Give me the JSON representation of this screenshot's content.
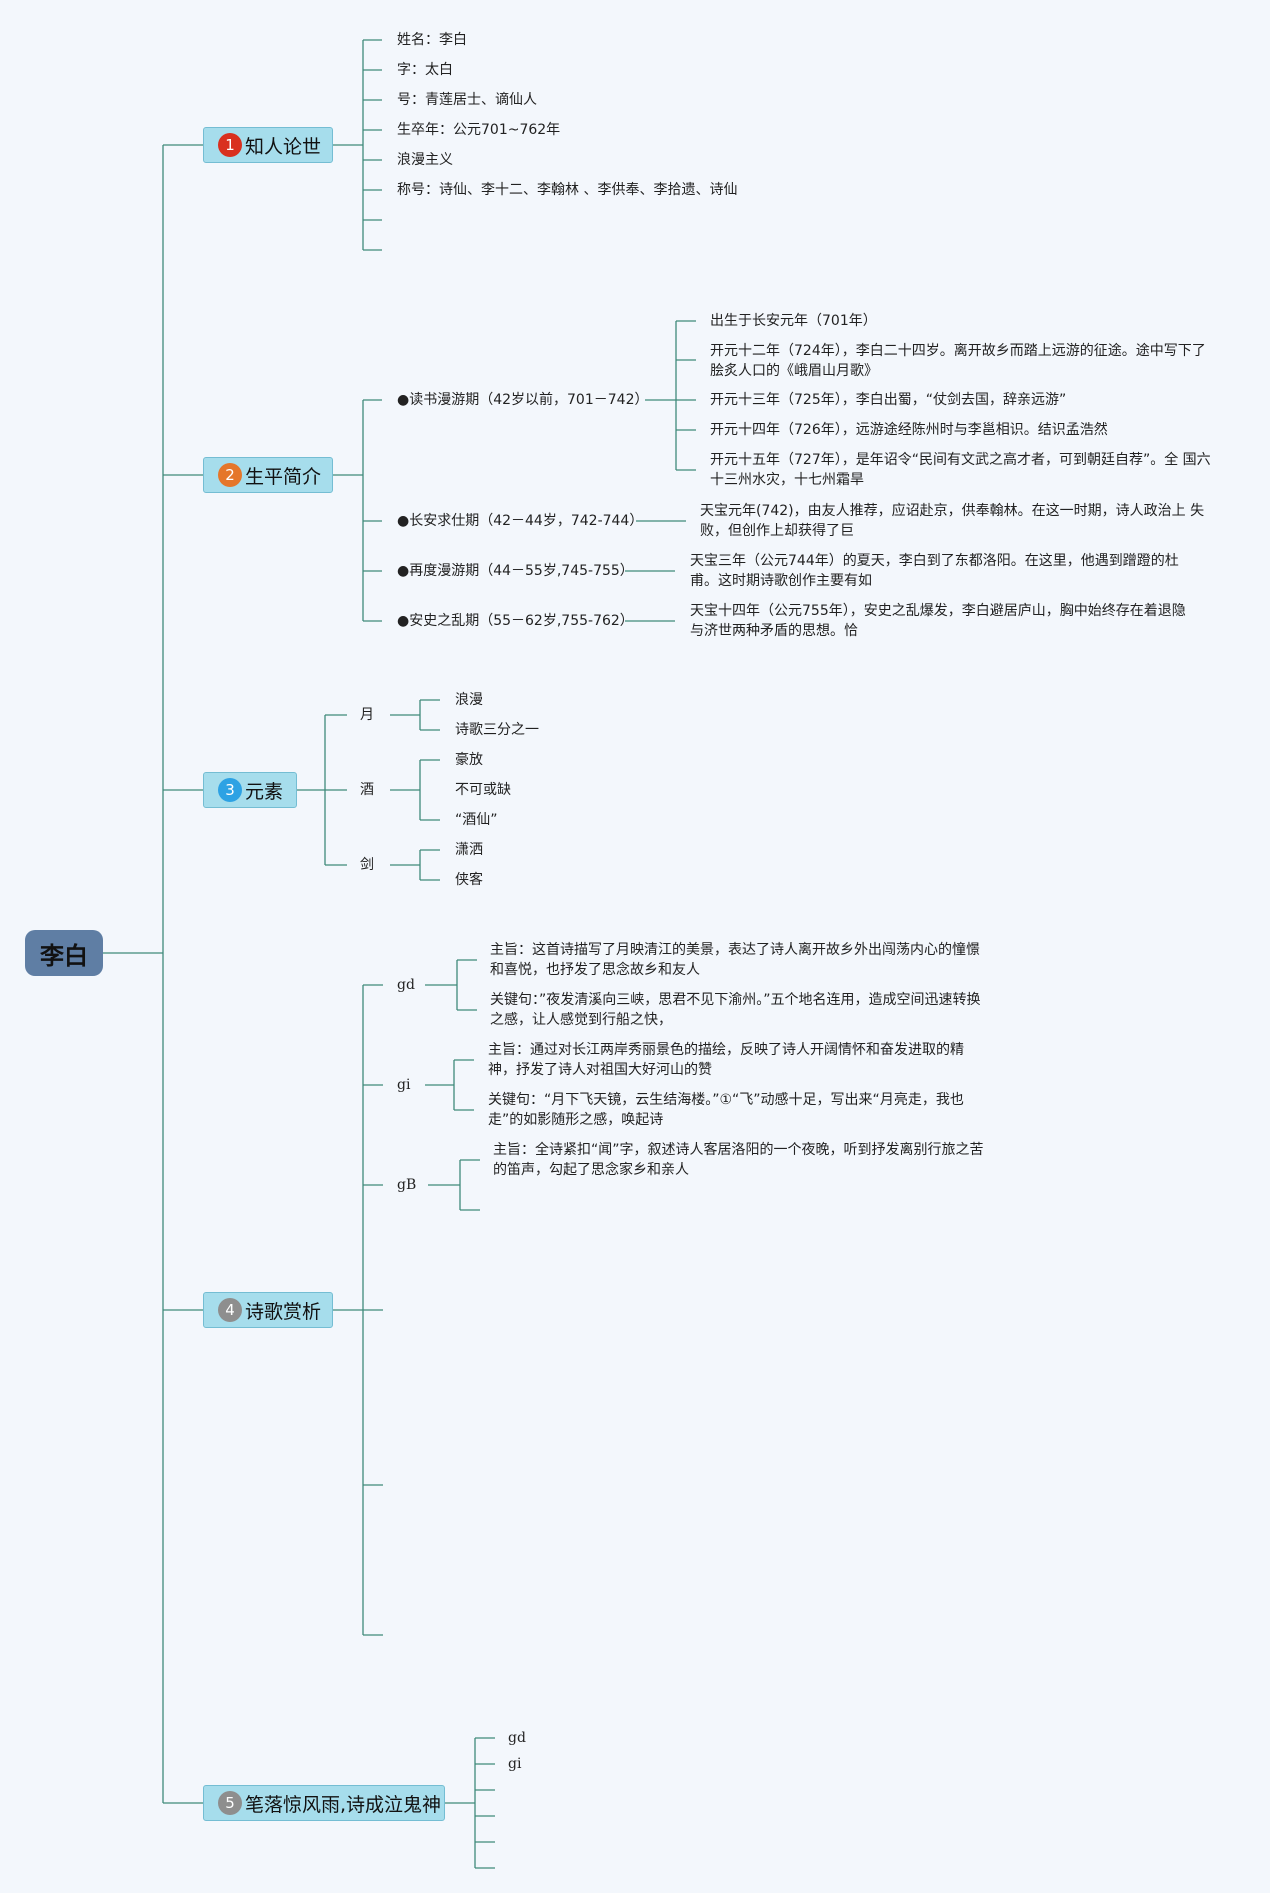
{
  "root": {
    "label": "李白"
  },
  "branches": [
    {
      "num": "1",
      "label": "知人论世",
      "color": "#d9301f"
    },
    {
      "num": "2",
      "label": "生平简介",
      "color": "#e5762a"
    },
    {
      "num": "3",
      "label": "元素",
      "color": "#2da2e4"
    },
    {
      "num": "4",
      "label": "诗歌赏析",
      "color": "#8e8e8e"
    },
    {
      "num": "5",
      "label": "笔落惊风雨,诗成泣鬼神",
      "color": "#8e8e8e"
    }
  ],
  "b1": {
    "items": [
      "姓名：李白",
      "字：太白",
      "号：青莲居士、谪仙人",
      "生卒年：公元701~762年",
      "浪漫主义",
      "称号：诗仙、李十二、李翰林 、李供奉、李拾遗、诗仙"
    ]
  },
  "b2": {
    "periods": [
      "●读书漫游期（42岁以前，701－742）",
      "●长安求仕期（42－44岁，742-744）",
      "●再度漫游期（44－55岁,745-755）",
      "●安史之乱期（55－62岁,755-762）"
    ],
    "p1_details": [
      "出生于长安元年（701年）",
      "开元十二年（724年），李白二十四岁。离开故乡而踏上远游的征途。途中写下了脍炙人口的《峨眉山月歌》",
      "开元十三年（725年），李白出蜀，“仗剑去国，辞亲远游”",
      "开元十四年（726年），远游途经陈州时与李邕相识。结识孟浩然",
      "开元十五年（727年），是年诏令“民间有文武之高才者，可到朝廷自荐”。全 国六十三州水灾，十七州霜旱"
    ],
    "p2_detail": "天宝元年(742)，由友人推荐，应诏赴京，供奉翰林。在这一时期，诗人政治上 失败，但创作上却获得了巨",
    "p3_detail": "天宝三年（公元744年）的夏天，李白到了东都洛阳。在这里，他遇到蹭蹬的杜甫。这时期诗歌创作主要有如",
    "p4_detail": "天宝十四年（公元755年），安史之乱爆发，李白避居庐山，胸中始终存在着退隐与济世两种矛盾的思想。恰"
  },
  "b3": {
    "moon": {
      "label": "月",
      "items": [
        "浪漫",
        "诗歌三分之一"
      ]
    },
    "wine": {
      "label": "酒",
      "items": [
        "豪放",
        "不可或缺",
        "“酒仙”"
      ]
    },
    "sword": {
      "label": "剑",
      "items": [
        "潇洒",
        "侠客"
      ]
    }
  },
  "b4": {
    "poems": [
      {
        "label": "gd",
        "items": [
          "主旨：这首诗描写了月映清江的美景，表达了诗人离开故乡外出闯荡内心的憧憬和喜悦，也抒发了思念故乡和友人",
          "关键句：”夜发清溪向三峡，思君不见下渝州。”五个地名连用，造成空间迅速转换之感，让人感觉到行船之快，"
        ]
      },
      {
        "label": "gi",
        "items": [
          "主旨：通过对长江两岸秀丽景色的描绘，反映了诗人开阔情怀和奋发进取的精神，抒发了诗人对祖国大好河山的赞",
          "关键句：“月下飞天镜，云生结海楼。”①“飞”动感十足，写出来“月亮走，我也走”的如影随形之感，唤起诗"
        ]
      },
      {
        "label": "gB",
        "items": [
          "主旨：全诗紧扣“闻”字，叙述诗人客居洛阳的一个夜晚，听到抒发离别行旅之苦的笛声，勾起了思念家乡和亲人"
        ]
      }
    ]
  },
  "b5": {
    "items": [
      "gd",
      "gi"
    ]
  }
}
